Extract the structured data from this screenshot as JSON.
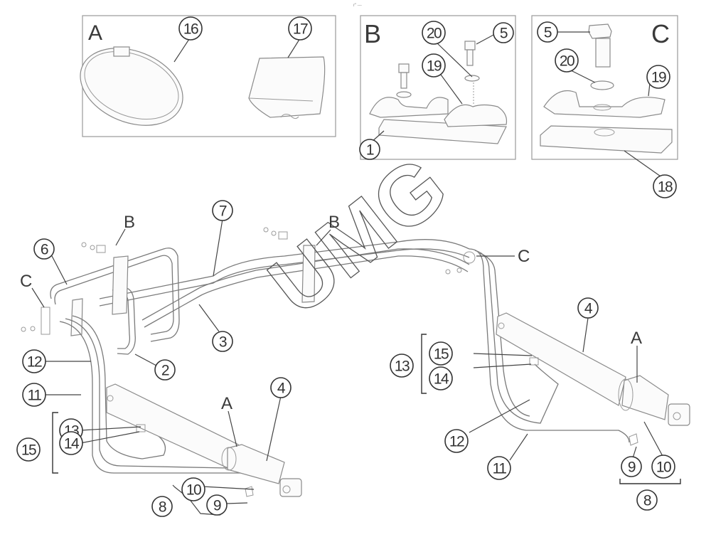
{
  "header_mark": "r\" ---",
  "watermark": "UMG",
  "detail_panels": [
    {
      "id": "A",
      "label": "A",
      "parts": [
        "16",
        "17"
      ],
      "contents": [
        "clamp-ring",
        "sleeve"
      ]
    },
    {
      "id": "B",
      "label": "B",
      "parts": [
        "20",
        "5",
        "19",
        "1"
      ],
      "contents": [
        "double-hose-clamp-assembly"
      ]
    },
    {
      "id": "C",
      "label": "C",
      "parts": [
        "5",
        "20",
        "19",
        "18"
      ],
      "contents": [
        "single-hose-clamp-assembly"
      ]
    }
  ],
  "callouts": [
    {
      "num": "16",
      "panel": "A"
    },
    {
      "num": "17",
      "panel": "A"
    },
    {
      "num": "20",
      "panel": "B"
    },
    {
      "num": "5",
      "panel": "B"
    },
    {
      "num": "19",
      "panel": "B"
    },
    {
      "num": "1",
      "panel": "B"
    },
    {
      "num": "5",
      "panel": "C"
    },
    {
      "num": "20",
      "panel": "C"
    },
    {
      "num": "19",
      "panel": "C"
    },
    {
      "num": "18",
      "panel": "C"
    },
    {
      "num": "7",
      "panel": "main"
    },
    {
      "num": "6",
      "panel": "main"
    },
    {
      "num": "3",
      "panel": "main"
    },
    {
      "num": "2",
      "panel": "main"
    },
    {
      "num": "12",
      "panel": "main-left"
    },
    {
      "num": "11",
      "panel": "main-left"
    },
    {
      "num": "13",
      "panel": "main-left"
    },
    {
      "num": "15",
      "panel": "main-left"
    },
    {
      "num": "14",
      "panel": "main-left"
    },
    {
      "num": "4",
      "panel": "main-left"
    },
    {
      "num": "10",
      "panel": "main-left"
    },
    {
      "num": "9",
      "panel": "main-left"
    },
    {
      "num": "8",
      "panel": "main-left"
    },
    {
      "num": "4",
      "panel": "main-right"
    },
    {
      "num": "13",
      "panel": "main-right"
    },
    {
      "num": "15",
      "panel": "main-right"
    },
    {
      "num": "14",
      "panel": "main-right"
    },
    {
      "num": "12",
      "panel": "main-right"
    },
    {
      "num": "11",
      "panel": "main-right"
    },
    {
      "num": "9",
      "panel": "main-right"
    },
    {
      "num": "10",
      "panel": "main-right"
    },
    {
      "num": "8",
      "panel": "main-right"
    }
  ],
  "reference_letters": [
    {
      "letter": "B",
      "target": "left-hose-bracket"
    },
    {
      "letter": "B",
      "target": "center-hose-bracket"
    },
    {
      "letter": "C",
      "target": "left-cylinder-clamp"
    },
    {
      "letter": "C",
      "target": "right-cylinder-clamp"
    },
    {
      "letter": "A",
      "target": "left-cylinder-collar"
    },
    {
      "letter": "A",
      "target": "right-cylinder-collar"
    }
  ]
}
